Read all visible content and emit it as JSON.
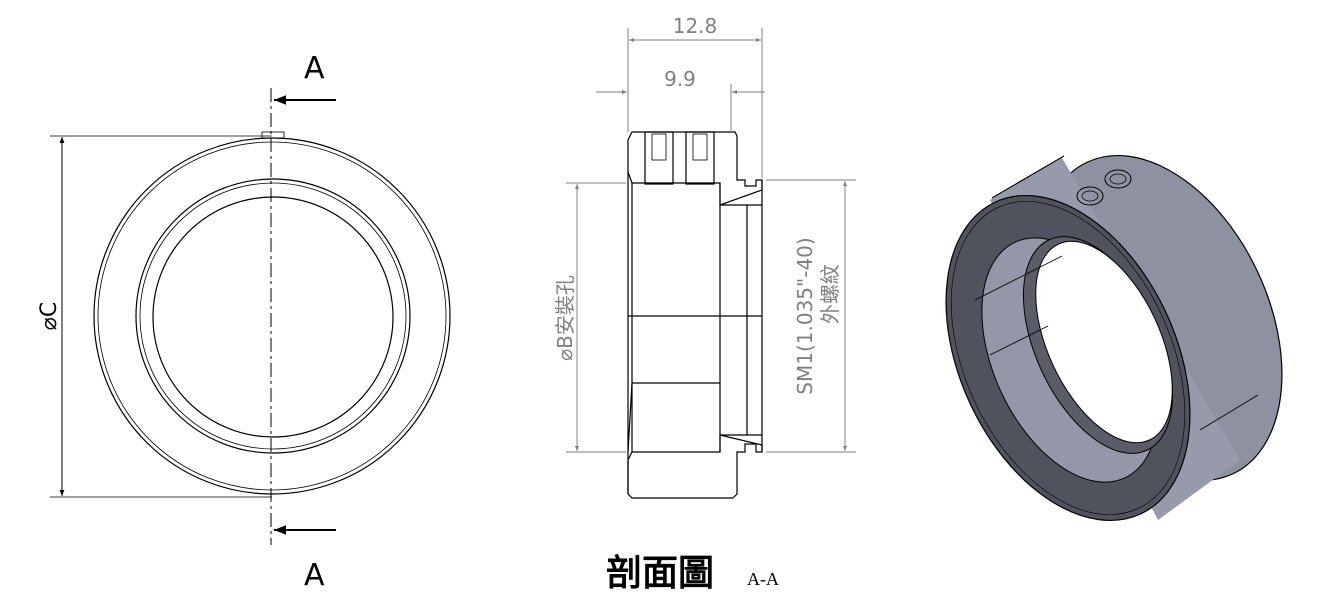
{
  "front_view": {
    "section_label_top": "A",
    "section_label_bottom": "A",
    "diameter_label": "⌀C"
  },
  "section_view": {
    "dim_overall": "12.8",
    "dim_inner": "9.9",
    "bore_label": "⌀B安裝孔",
    "thread_label_line1": "SM1(1.035\"-40)",
    "thread_label_line2": "外螺紋",
    "title": "剖面圖",
    "title_suffix": "A-A"
  },
  "iso_view": {
    "body_color": "#8e91a0",
    "face_color": "#50525e"
  }
}
